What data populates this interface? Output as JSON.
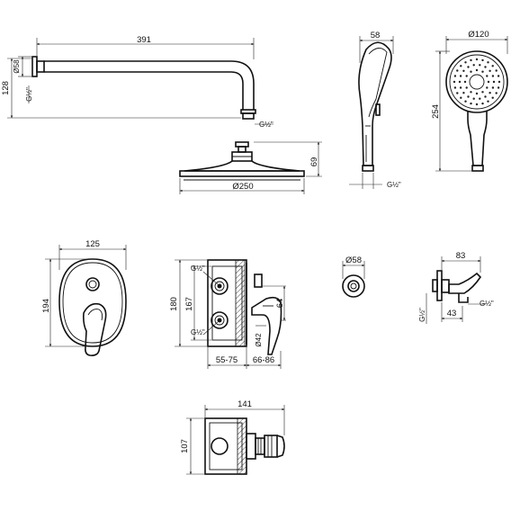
{
  "shower_arm": {
    "length": "391",
    "flange_dia": "Ø58",
    "height": "128",
    "thread_top": "G½\"",
    "thread_bottom": "G½\""
  },
  "overhead_shower": {
    "height": "69",
    "diameter": "Ø250"
  },
  "hand_shower_side": {
    "depth": "58",
    "thread": "G½\""
  },
  "hand_shower_front": {
    "diameter": "Ø120",
    "length": "254"
  },
  "mixer_plate": {
    "width": "125",
    "height": "194"
  },
  "concealed_body": {
    "height": "180",
    "inner_height": "167",
    "thread_top": "G½\"",
    "thread_bottom": "G½\"",
    "spacing": "64",
    "spindle_dia": "Ø42",
    "depth_left": "55-75",
    "depth_right": "66-86"
  },
  "wall_outlet": {
    "diameter": "Ø58"
  },
  "holder": {
    "length": "83",
    "offset": "43",
    "thread_left": "G½\"",
    "thread_right": "G½\""
  },
  "body_top": {
    "width": "141",
    "height": "107"
  }
}
